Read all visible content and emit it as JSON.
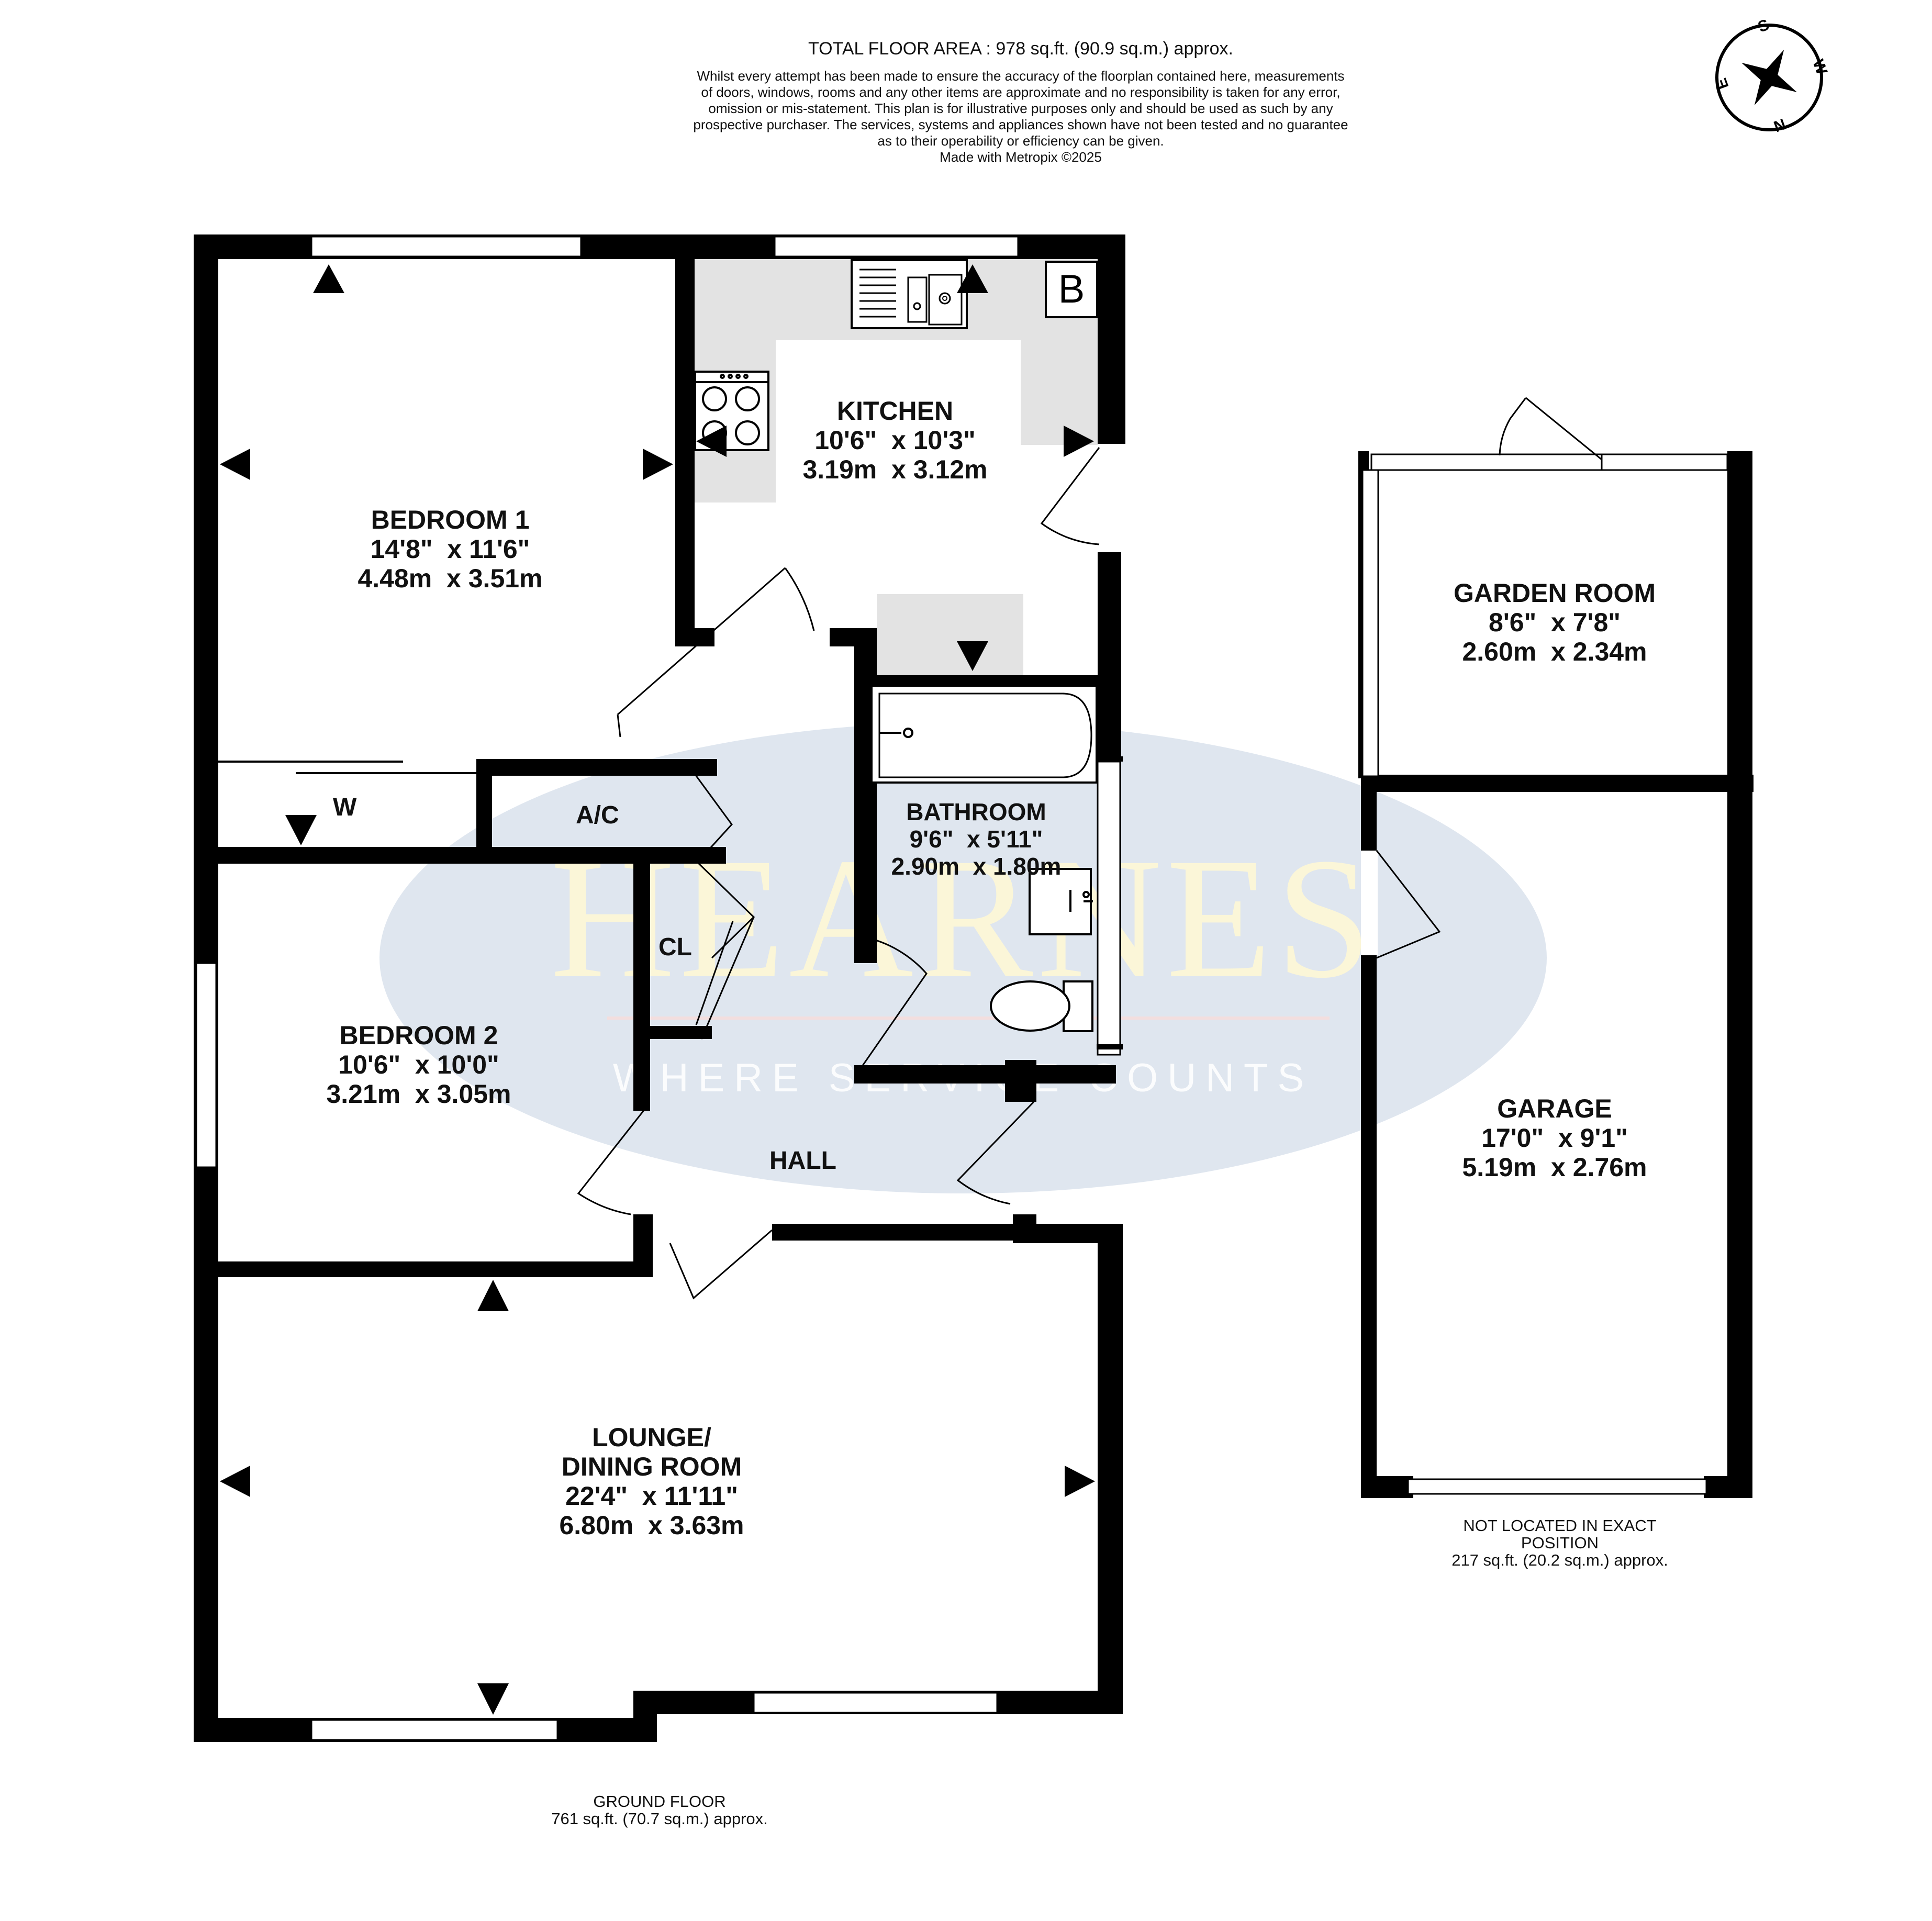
{
  "header": {
    "total_area": "TOTAL FLOOR AREA : 978 sq.ft. (90.9 sq.m.) approx.",
    "disclaimer": [
      "Whilst every attempt has been made to ensure the accuracy of the floorplan contained here, measurements",
      "of doors, windows, rooms and any other items are approximate and no responsibility is taken for any error,",
      "omission or mis-statement. This plan is for illustrative purposes only and should be used as such by any",
      "prospective purchaser. The services, systems and appliances shown have not been tested and no guarantee",
      "as to their operability or efficiency can be given.",
      "Made with Metropix ©2025"
    ]
  },
  "compass": {
    "s": "S",
    "w": "W",
    "n": "N",
    "e": "E"
  },
  "watermark": {
    "brand": "HEARNES",
    "tagline": "WHERE SERVICE COUNTS",
    "ellipse_color": "#dfe6ef",
    "text_color": "#fbf6d8"
  },
  "colors": {
    "wall": "#000000",
    "fitted_units": "#e3e3e3",
    "window": "#ffffff"
  },
  "rooms": {
    "bedroom1": {
      "name": "BEDROOM 1",
      "imperial": "14'8\"  x 11'6\"",
      "metric": "4.48m  x 3.51m"
    },
    "kitchen": {
      "name": "KITCHEN",
      "imperial": "10'6\"  x 10'3\"",
      "metric": "3.19m  x 3.12m"
    },
    "bathroom": {
      "name": "BATHROOM",
      "imperial": "9'6\"  x 5'11\"",
      "metric": "2.90m  x 1.80m"
    },
    "bedroom2": {
      "name": "BEDROOM 2",
      "imperial": "10'6\"  x 10'0\"",
      "metric": "3.21m  x 3.05m"
    },
    "lounge": {
      "name1": "LOUNGE/",
      "name2": "DINING ROOM",
      "imperial": "22'4\"  x 11'11\"",
      "metric": "6.80m  x 3.63m"
    },
    "garden_room": {
      "name": "GARDEN ROOM",
      "imperial": "8'6\"  x 7'8\"",
      "metric": "2.60m  x 2.34m"
    },
    "garage": {
      "name": "GARAGE",
      "imperial": "17'0\"  x 9'1\"",
      "metric": "5.19m  x 2.76m"
    }
  },
  "labels": {
    "hall": "HALL",
    "wardrobe": "W",
    "airing_cupboard": "A/C",
    "cloak": "CL",
    "boiler": "B"
  },
  "footer": {
    "ground_floor": [
      "GROUND FLOOR",
      "761 sq.ft. (70.7 sq.m.) approx."
    ],
    "garage_note": [
      "NOT LOCATED IN EXACT",
      "POSITION",
      "217 sq.ft. (20.2 sq.m.) approx."
    ]
  }
}
